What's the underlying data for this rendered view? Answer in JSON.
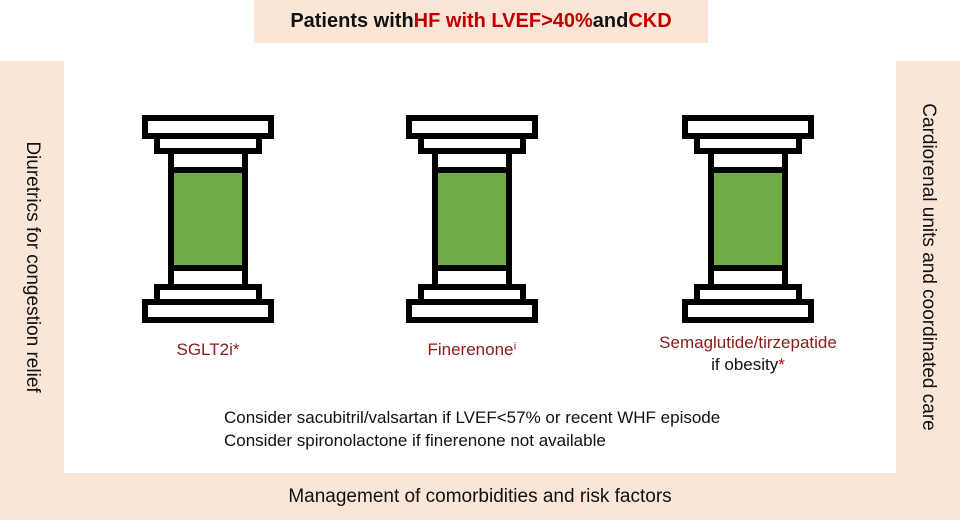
{
  "title": {
    "part1": "Patients with ",
    "highlight1": "HF with LVEF>40%",
    "part2": " and ",
    "highlight2": "CKD"
  },
  "left_band_text": "Diuretrics for congestion relief",
  "right_band_text": "Cardiorenal units and coordinated care",
  "bottom_band_text": "Management of comorbidities and risk factors",
  "pillars": [
    {
      "label": "SGLT2i*",
      "sublabel": ""
    },
    {
      "label": "Finerenoneⁱ",
      "sublabel": ""
    },
    {
      "label": "Semaglutide/tirzepatide",
      "sublabel_text": "if obesity",
      "sublabel_mark": "*"
    }
  ],
  "notes": [
    "Consider sacubitril/valsartan if LVEF<57% or recent WHF episode",
    "Consider spironolactone if finerenone not available"
  ],
  "colors": {
    "band": "#fbe5d6",
    "highlight": "#c00000",
    "pillar_fill": "#70ad47",
    "label_red": "#8b1a1a"
  }
}
